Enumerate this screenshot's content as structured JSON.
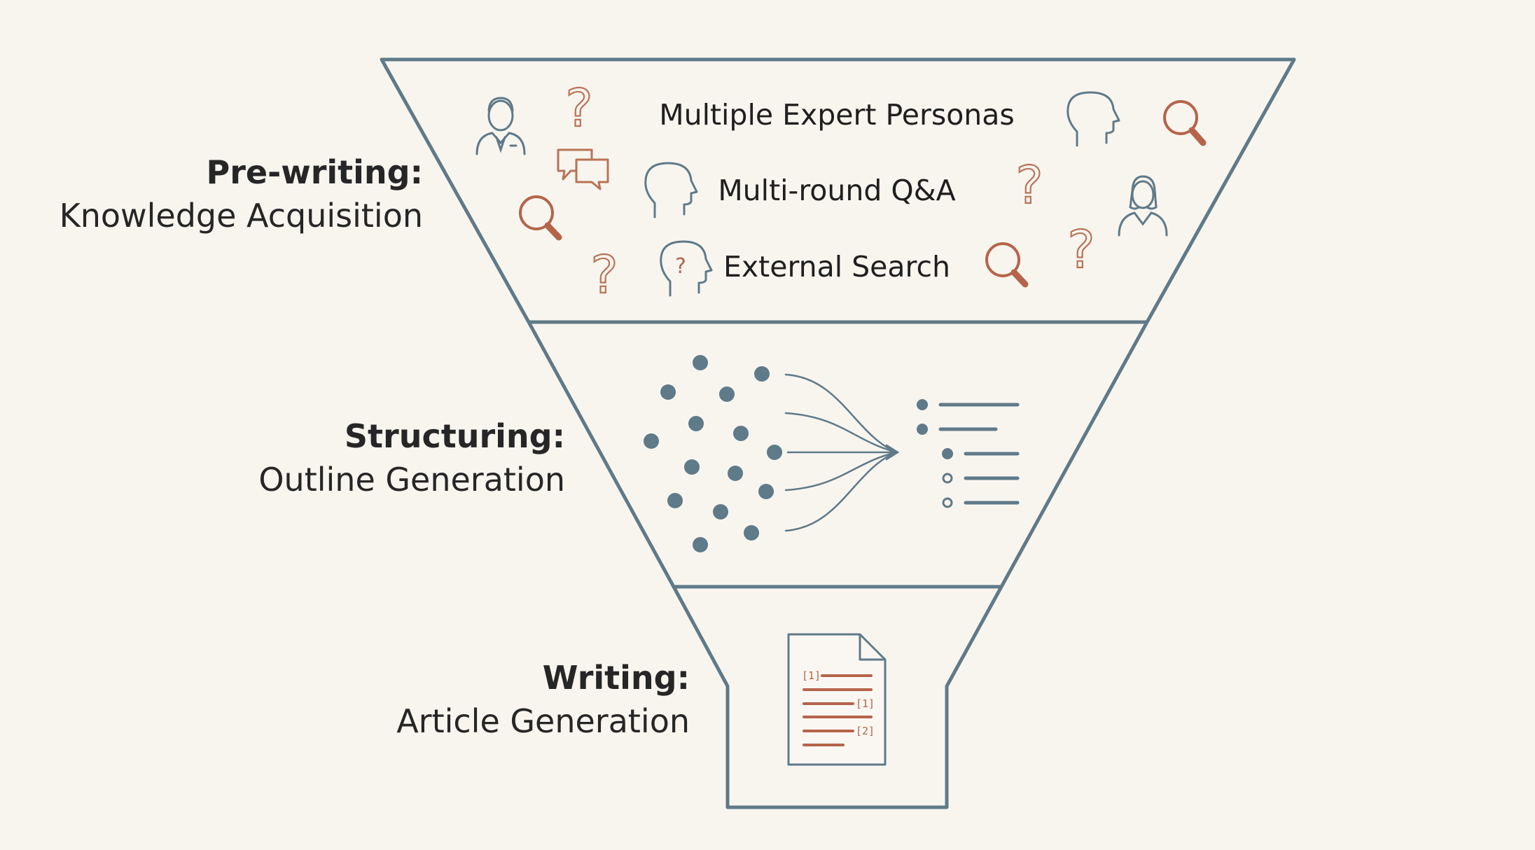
{
  "stages": [
    {
      "title": "Pre-writing:",
      "subtitle": "Knowledge Acquisition"
    },
    {
      "title": "Structuring:",
      "subtitle": "Outline Generation"
    },
    {
      "title": "Writing:",
      "subtitle": "Article Generation"
    }
  ],
  "funnel_items": [
    "Multiple Expert Personas",
    "Multi-round Q&A",
    "External Search"
  ],
  "document_citations": [
    "[1]",
    "[1]",
    "[2]"
  ],
  "colors": {
    "background": "#f8f5ef",
    "funnel_stroke": "#5f7a89",
    "accent": "#b5644a",
    "dot": "#5f7a89",
    "text": "#262626"
  },
  "icons": [
    "person-icon",
    "question-mark-icon",
    "chat-bubbles-icon",
    "magnifier-icon",
    "head-icon",
    "head-question-icon",
    "woman-icon",
    "document-icon",
    "outline-list-icon",
    "dot-cluster"
  ]
}
